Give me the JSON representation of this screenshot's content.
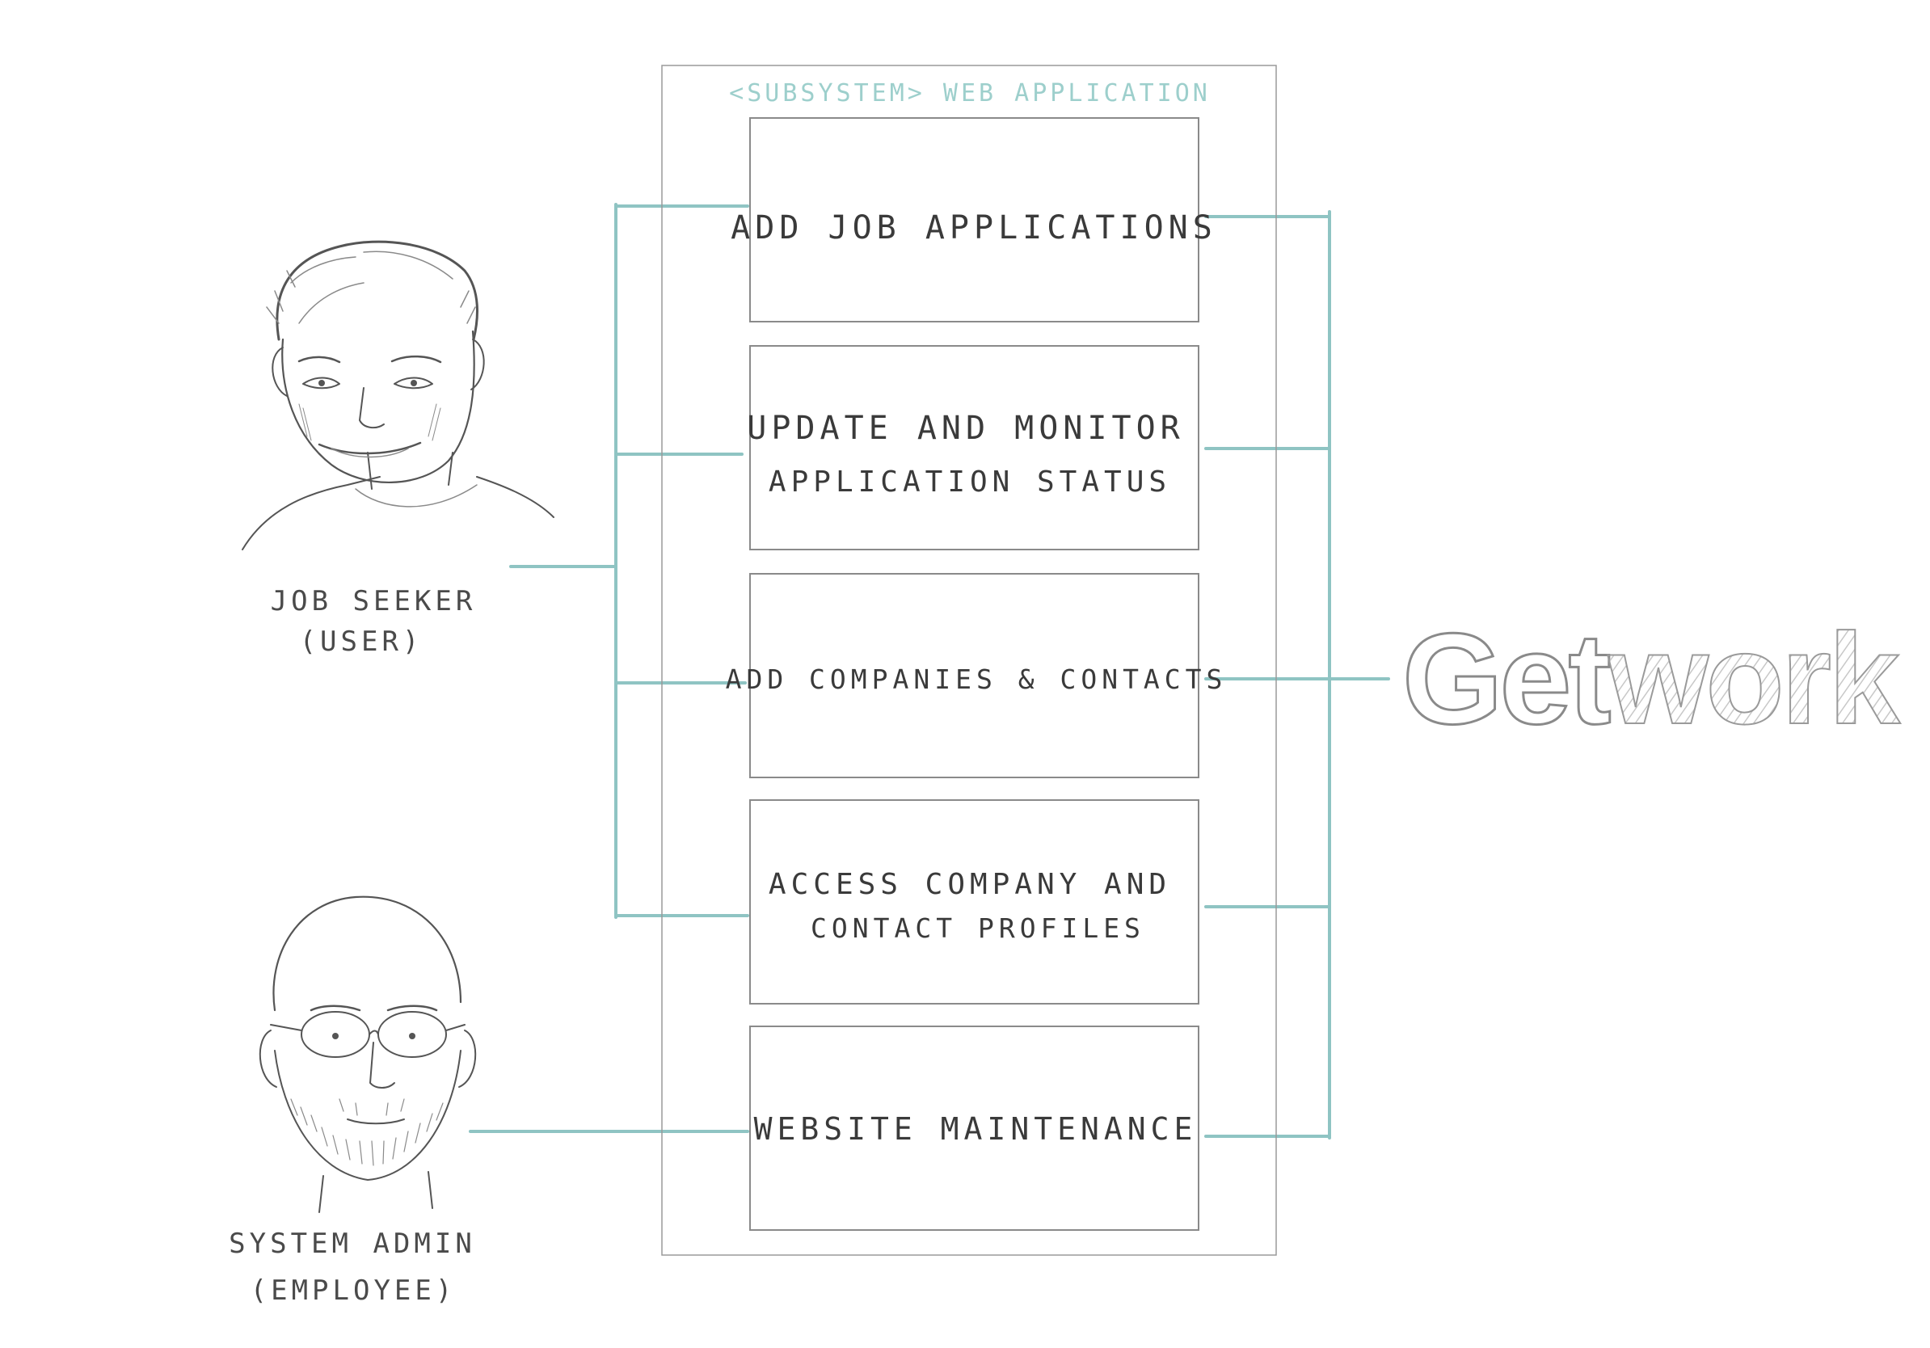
{
  "subsystem": {
    "label": "<SUBSYSTEM> WEB APPLICATION"
  },
  "use_cases": [
    {
      "line1": "ADD JOB APPLICATIONS",
      "line2": ""
    },
    {
      "line1": "UPDATE AND MONITOR",
      "line2": "APPLICATION STATUS"
    },
    {
      "line1": "ADD COMPANIES & CONTACTS",
      "line2": ""
    },
    {
      "line1": "ACCESS COMPANY AND",
      "line2": "CONTACT PROFILES"
    },
    {
      "line1": "WEBSITE MAINTENANCE",
      "line2": ""
    }
  ],
  "actors": {
    "job_seeker": {
      "line1": "JOB SEEKER",
      "line2": "(USER)"
    },
    "system_admin": {
      "line1": "SYSTEM ADMIN",
      "line2": "(EMPLOYEE)"
    }
  },
  "system": {
    "logo_part1": "Get",
    "logo_part2": "work"
  },
  "colors": {
    "connector": "#8fc4c3",
    "subsystem_label": "#9dcfcc",
    "pencil": "#555555"
  }
}
